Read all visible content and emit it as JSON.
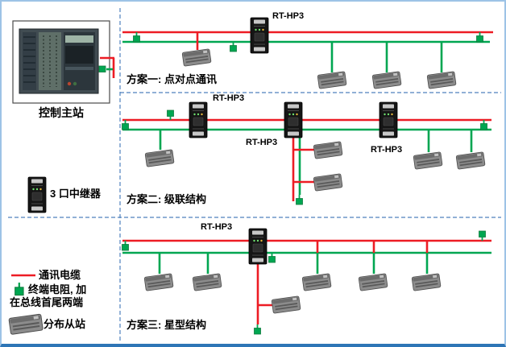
{
  "colors": {
    "cable_red": "#ed1c24",
    "cable_green": "#00a651",
    "dash_blue": "#4f81bd",
    "border_blue": "#9dc3e6",
    "border_bottom": "#2e75b6"
  },
  "left_panel": {
    "master_station_label": "控制主站",
    "repeater_label": "3 口中继器"
  },
  "legend": {
    "cable_label": "通讯电缆",
    "resistor_label_line1": "终端电阻, 加",
    "resistor_label_line2": "在总线首尾两端",
    "slave_label": "分布从站"
  },
  "schemes": [
    {
      "caption": "方案一: 点对点通讯",
      "repeater_labels": [
        "RT-HP3"
      ]
    },
    {
      "caption": "方案二: 级联结构",
      "repeater_labels": [
        "RT-HP3",
        "RT-HP3",
        "RT-HP3"
      ]
    },
    {
      "caption": "方案三: 星型结构",
      "repeater_labels": [
        "RT-HP3"
      ]
    }
  ]
}
